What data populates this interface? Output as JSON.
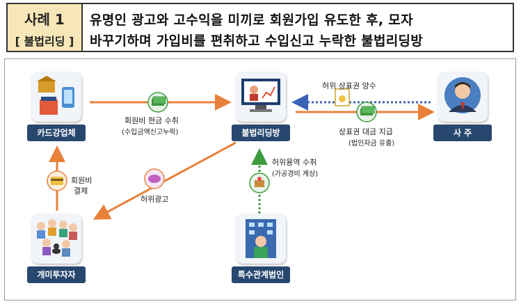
{
  "header": {
    "case_title": "사례 1",
    "case_subtitle": "[ 불법리딩 ]",
    "title_line1": "유명인 광고와 고수익을 미끼로 회원가입 유도한 후, 모자",
    "title_line2": "바꾸기하며 가입비를 편취하고 수입신고 누락한 불법리딩방"
  },
  "nodes": {
    "card_company": "카드강업체",
    "illegal_room": "불법리딩방",
    "owner": "사 주",
    "ant_investors": "개미투자자",
    "related_corp": "특수관계법인"
  },
  "flows": {
    "fee_cash_line1": "회원비 현금 수취",
    "fee_cash_line2": "(수입금액신고누락)",
    "fake_brand": "허위 상표권 양수",
    "brand_payment_line1": "상표권 대금 지급",
    "brand_payment_line2": "(법인자금 유출)",
    "fee_payment_line1": "회원비",
    "fee_payment_line2": "결제",
    "fake_ad": "허위광고",
    "fake_service_line1": "허위용역 수취",
    "fake_service_line2": "(가공경비 계상)"
  },
  "colors": {
    "orange_arrow": "#e8813a",
    "blue_arrow": "#3a63b8",
    "green_arrow": "#3f9b3f",
    "label_bg": "#27476e"
  }
}
